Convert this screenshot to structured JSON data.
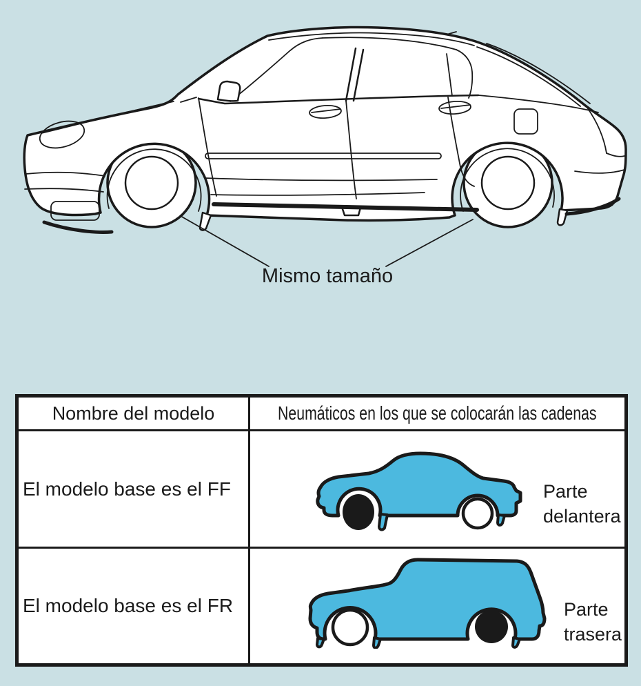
{
  "diagram": {
    "label": "Mismo tamaño"
  },
  "table": {
    "header": {
      "model_column": "Nombre del modelo",
      "tires_column": "Neumáticos en los que se colocarán las cadenas"
    },
    "rows": [
      {
        "model": "El modelo base es el FF",
        "position_label_line1": "Parte",
        "position_label_line2": "delantera",
        "chained_wheels": "front"
      },
      {
        "model": "El modelo base es el FR",
        "position_label_line1": "Parte",
        "position_label_line2": "trasera",
        "chained_wheels": "rear"
      }
    ]
  },
  "colors": {
    "page_background": "#cae0e4",
    "outline": "#1a1a1a",
    "car_fill": "#4cb9df",
    "chained_wheel": "#1a1a1a",
    "unchained_wheel": "#ffffff",
    "cell_background": "#ffffff"
  }
}
